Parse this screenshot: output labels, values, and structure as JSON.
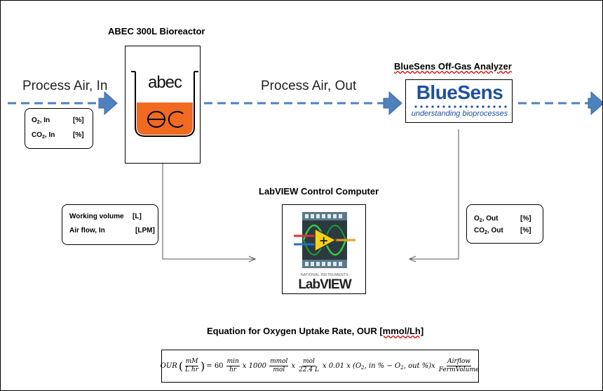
{
  "bioreactor": {
    "title": "ABEC 300L Bioreactor",
    "logo_top": "abec",
    "logo_bottom": "ec"
  },
  "analyzer": {
    "title": "BlueSens Off-Gas Analyzer",
    "brand": "BlueSens",
    "tagline": "understanding bioprocesses"
  },
  "computer": {
    "title": "LabVIEW Control Computer",
    "ni_text": "NATIONAL INSTRUMENTS",
    "brand": "LabVIEW"
  },
  "flows": {
    "in_label": "Process Air, In",
    "out_label": "Process Air, Out"
  },
  "inputs_box": {
    "rows": [
      {
        "label_main": "O",
        "label_sub": "2",
        "label_rest": ", In",
        "unit": "[%]"
      },
      {
        "label_main": "CO",
        "label_sub": "2",
        "label_rest": ", In",
        "unit": "[%]"
      }
    ]
  },
  "reactor_box": {
    "rows": [
      {
        "label": "Working volume",
        "unit": "[L]"
      },
      {
        "label": "Air flow, In",
        "unit": "[LPM]"
      }
    ]
  },
  "outputs_box": {
    "rows": [
      {
        "label_main": "O",
        "label_sub": "2",
        "label_rest": ", Out",
        "unit": "[%]"
      },
      {
        "label_main": "CO",
        "label_sub": "2",
        "label_rest": ", Out",
        "unit": "[%]"
      }
    ]
  },
  "equation": {
    "title_prefix": "Equation for Oxygen Uptake Rate, OUR ",
    "title_unit": "[mmol/Lh]",
    "lhs": "OUR",
    "lhs_num": "mM",
    "lhs_den": "L hr",
    "eq": "= 60",
    "f1_num": "min",
    "f1_den": "hr",
    "x1000": "x 1000",
    "f2_num": "mmol",
    "f2_den": "mol",
    "x": "x",
    "f3_num": "mol",
    "f3_den": "22.4 L",
    "middle": "x 0.01 x (O",
    "sub2a": "2",
    "in_pct": ", in % − O",
    "sub2b": "2",
    "out_pct": ", out %)x",
    "f4_num": "Airflow",
    "f4_den": "FermVolume"
  },
  "colors": {
    "flow_blue": "#4f81bd",
    "liquid_orange": "#f06a22",
    "bluesens_blue": "#1d4fa0"
  }
}
